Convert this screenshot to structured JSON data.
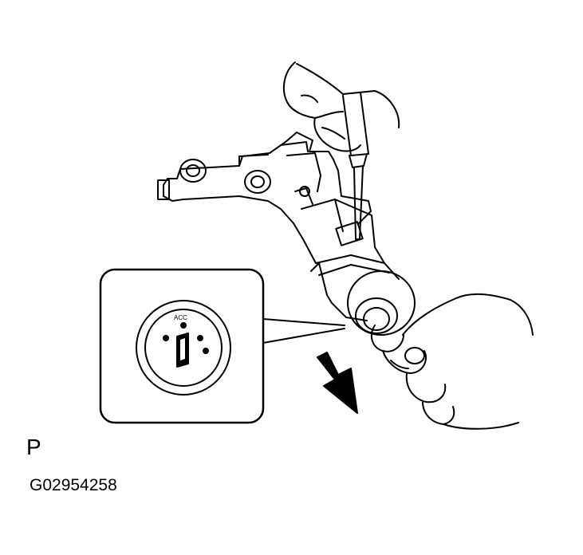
{
  "illustration": {
    "inset_dial_label": "ACC",
    "position_label": "P",
    "figure_code": "G02954258"
  }
}
